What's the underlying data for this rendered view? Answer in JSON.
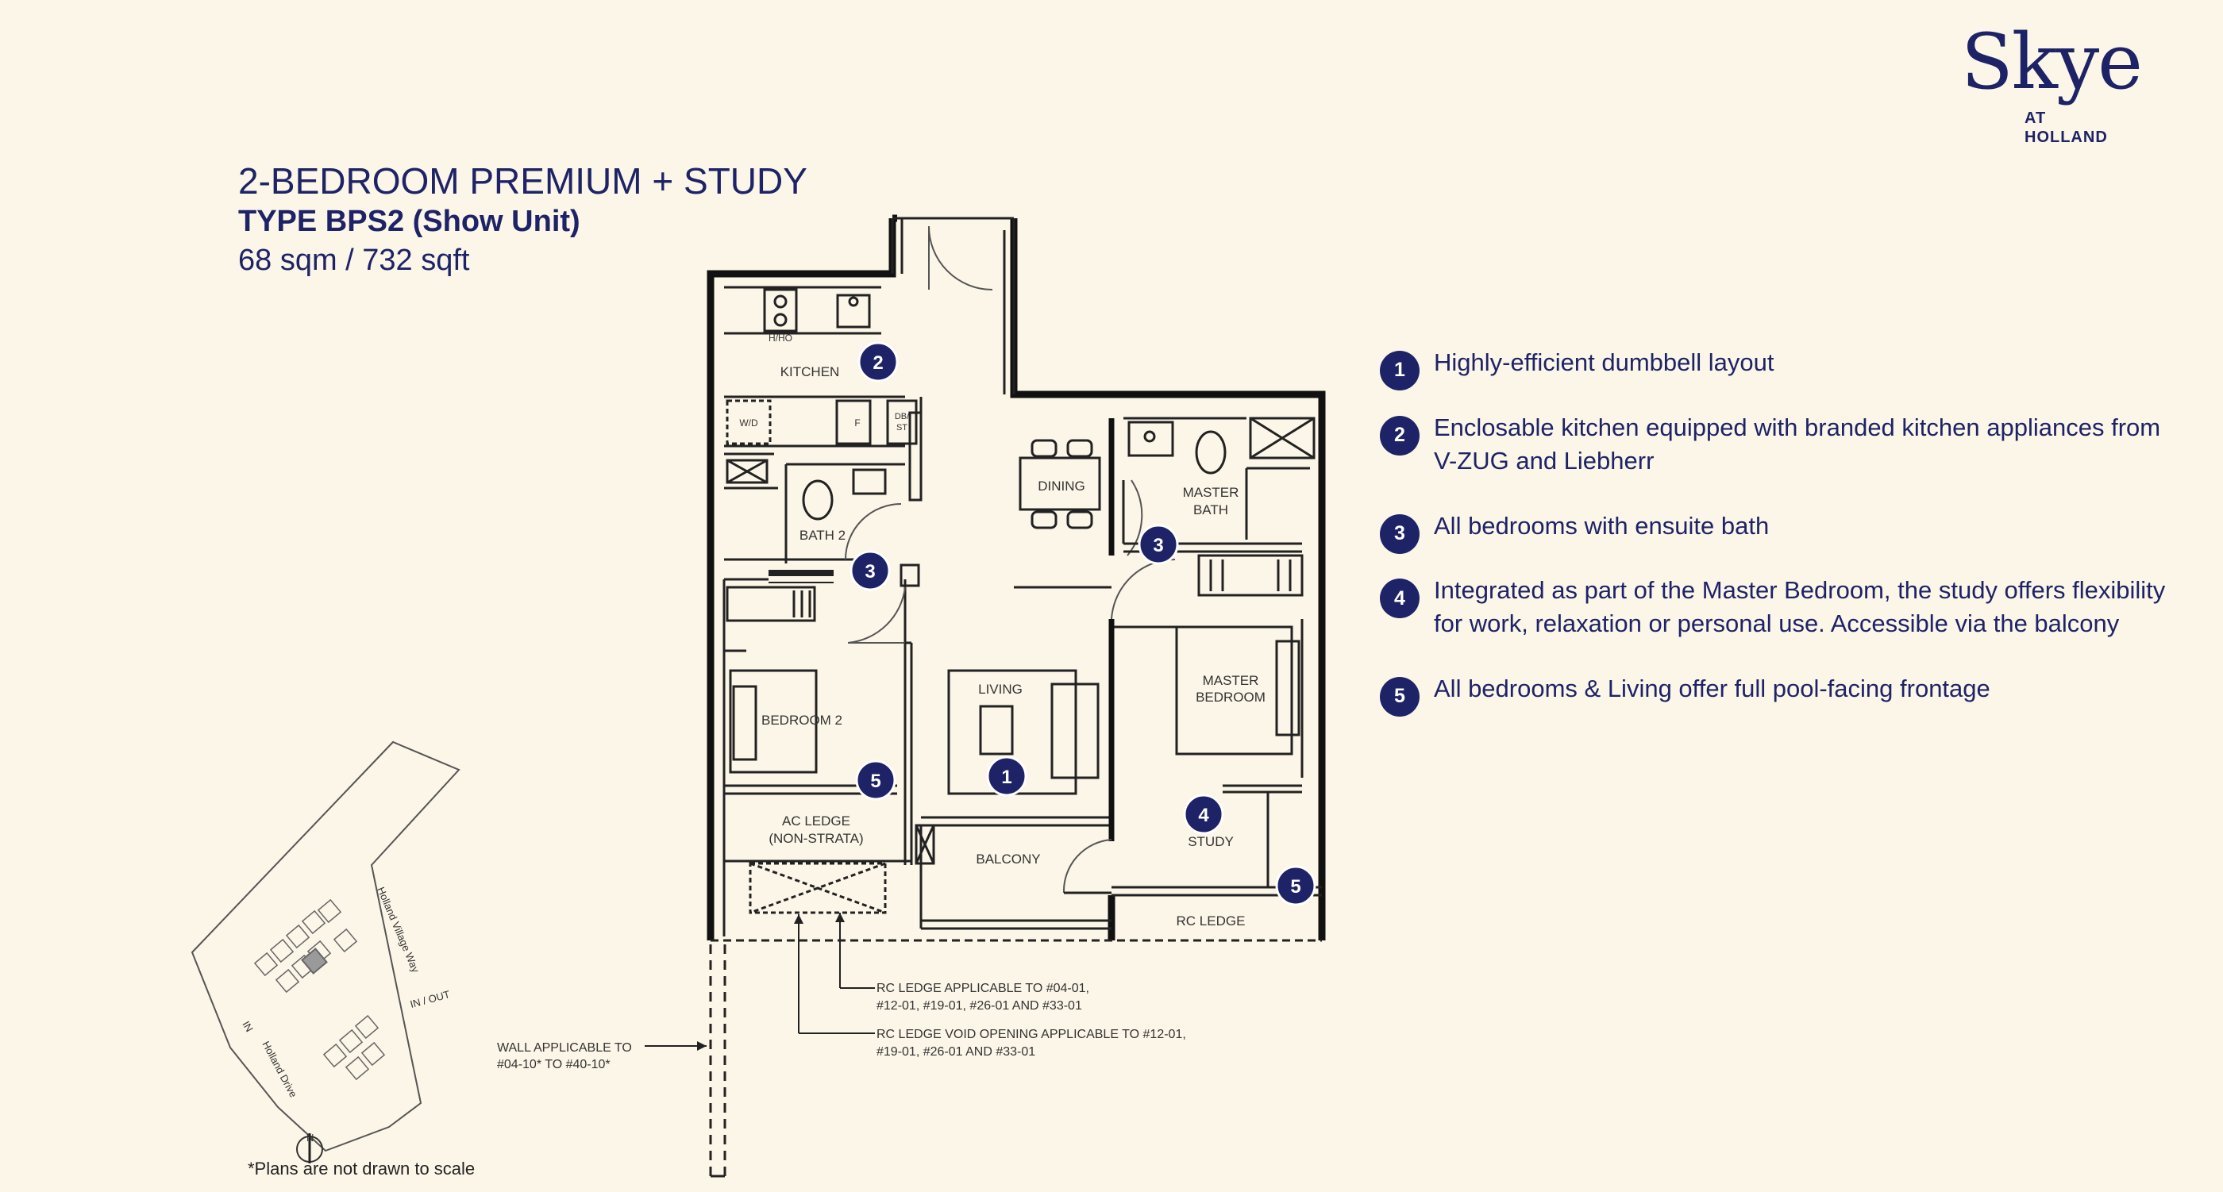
{
  "brand": {
    "wordmark": "Skye",
    "at": "AT",
    "location": "HOLLAND"
  },
  "heading": {
    "title": "2-BEDROOM PREMIUM + STUDY",
    "type": "TYPE BPS2 (Show Unit)",
    "area": "68 sqm / 732 sqft"
  },
  "features": [
    {
      "num": "1",
      "text": "Highly-efficient dumbbell layout"
    },
    {
      "num": "2",
      "text": "Enclosable kitchen equipped with branded kitchen appliances from V-ZUG and Liebherr"
    },
    {
      "num": "3",
      "text": "All bedrooms with ensuite bath"
    },
    {
      "num": "4",
      "text": "Integrated as part of the Master Bedroom, the study offers flexibility for work, relaxation or personal use. Accessible via the balcony"
    },
    {
      "num": "5",
      "text": "All bedrooms & Living offer full pool-facing frontage"
    }
  ],
  "plan": {
    "rooms": {
      "kitchen": "KITCHEN",
      "hob": "H/HO",
      "wd": "W/D",
      "fridge": "F",
      "dbst": "DB/",
      "dbst2": "ST",
      "bath2": "BATH 2",
      "dining": "DINING",
      "master_bath_1": "MASTER",
      "master_bath_2": "BATH",
      "living": "LIVING",
      "bedroom2": "BEDROOM 2",
      "master_bed_1": "MASTER",
      "master_bed_2": "BEDROOM",
      "ac_ledge_1": "AC LEDGE",
      "ac_ledge_2": "(NON-STRATA)",
      "balcony": "BALCONY",
      "study": "STUDY",
      "rc_ledge": "RC LEDGE"
    },
    "markers": [
      "1",
      "2",
      "3",
      "3",
      "4",
      "5",
      "5"
    ],
    "notes": {
      "rc_applicable_1": "RC LEDGE APPLICABLE TO #04-01,",
      "rc_applicable_2": "#12-01, #19-01, #26-01 AND #33-01",
      "rc_void_1": "RC LEDGE VOID OPENING APPLICABLE TO #12-01,",
      "rc_void_2": "#19-01, #26-01 AND #33-01",
      "wall_1": "WALL APPLICABLE TO",
      "wall_2": "#04-10* TO #40-10*"
    }
  },
  "keyplan": {
    "road_1": "Holland Village Way",
    "road_2": "Holland Drive",
    "entrance": "IN / OUT",
    "in": "IN",
    "north": "N"
  },
  "disclaimer": "*Plans are not drawn to scale",
  "colors": {
    "navy": "#1d2366",
    "background": "#fcf6e8",
    "highlight_unit": "#9a9a9a"
  }
}
